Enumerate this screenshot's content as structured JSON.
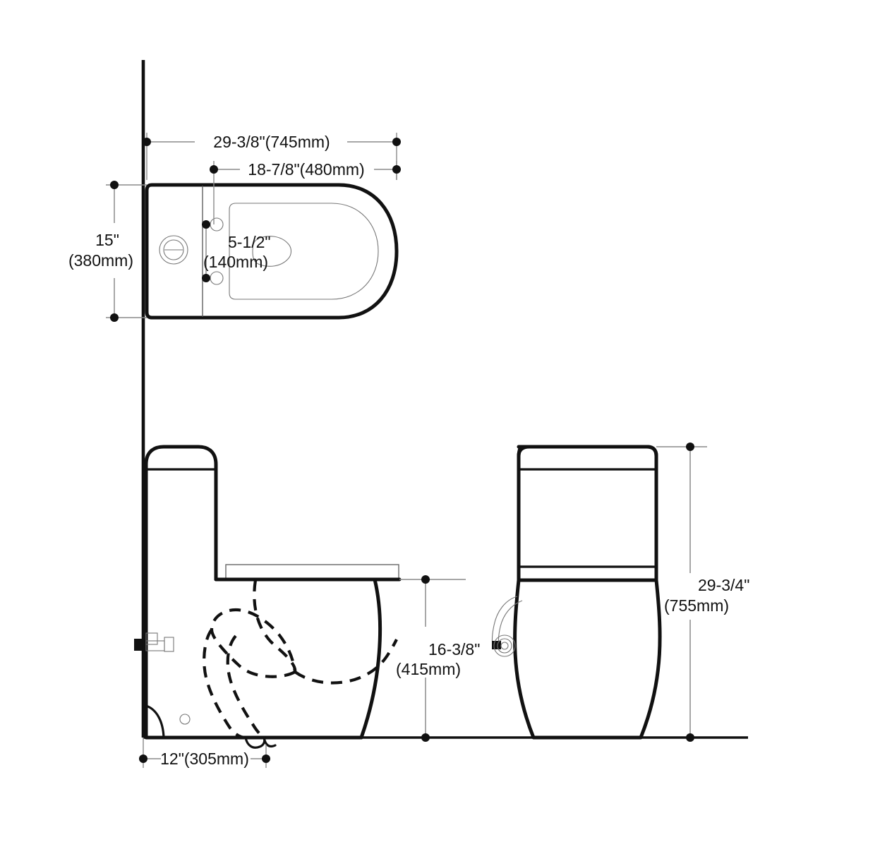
{
  "drawing": {
    "title": "One-Piece Toilet Dimension Drawing",
    "background_color": "#ffffff",
    "line_color": "#111111",
    "dimension_line_color": "#8a8a8a",
    "views": {
      "top": {
        "label": "top-view"
      },
      "side": {
        "label": "side-view"
      },
      "front": {
        "label": "front-view"
      }
    }
  },
  "dimensions": {
    "overall_depth": {
      "id": "dim-overall-depth",
      "text": "29-3/8\"(745mm)",
      "inches": "29-3/8\"",
      "mm": "745mm",
      "orientation": "horizontal",
      "view": "top"
    },
    "bowl_depth": {
      "id": "dim-bowl-depth",
      "text": "18-7/8\"(480mm)",
      "inches": "18-7/8\"",
      "mm": "480mm",
      "orientation": "horizontal",
      "view": "top"
    },
    "overall_width": {
      "id": "dim-overall-width",
      "line1": "15\"",
      "line2": "(380mm)",
      "text": "15\"(380mm)",
      "orientation": "vertical",
      "view": "top"
    },
    "bolt_spacing": {
      "id": "dim-bolt-spacing",
      "line1": "5-1/2\"",
      "line2": "(140mm)",
      "text": "5-1/2\"(140mm)",
      "orientation": "vertical",
      "view": "top"
    },
    "seat_height": {
      "id": "dim-seat-height",
      "line1": "16-3/8\"",
      "line2": "(415mm)",
      "text": "16-3/8\"(415mm)",
      "orientation": "vertical",
      "view": "side"
    },
    "rough_in": {
      "id": "dim-rough-in",
      "text": "12\"(305mm)",
      "inches": "12\"",
      "mm": "305mm",
      "orientation": "horizontal",
      "view": "side"
    },
    "overall_height": {
      "id": "dim-overall-height",
      "line1": "29-3/4\"",
      "line2": "(755mm)",
      "text": "29-3/4\"(755mm)",
      "orientation": "vertical",
      "view": "front"
    }
  },
  "components": {
    "flush_button": "flush-button-icon",
    "seat_bolt_hole_left": "seat-bolt-hole-icon",
    "seat_bolt_hole_right": "seat-bolt-hole-icon",
    "trapway": "trapway-hidden-outline",
    "supply_valve": "water-supply-valve-icon",
    "supply_hose": "water-supply-hose-icon",
    "tank_lid": "tank-lid-line",
    "wall": "wall-reference-line",
    "floor": "floor-reference-line"
  }
}
